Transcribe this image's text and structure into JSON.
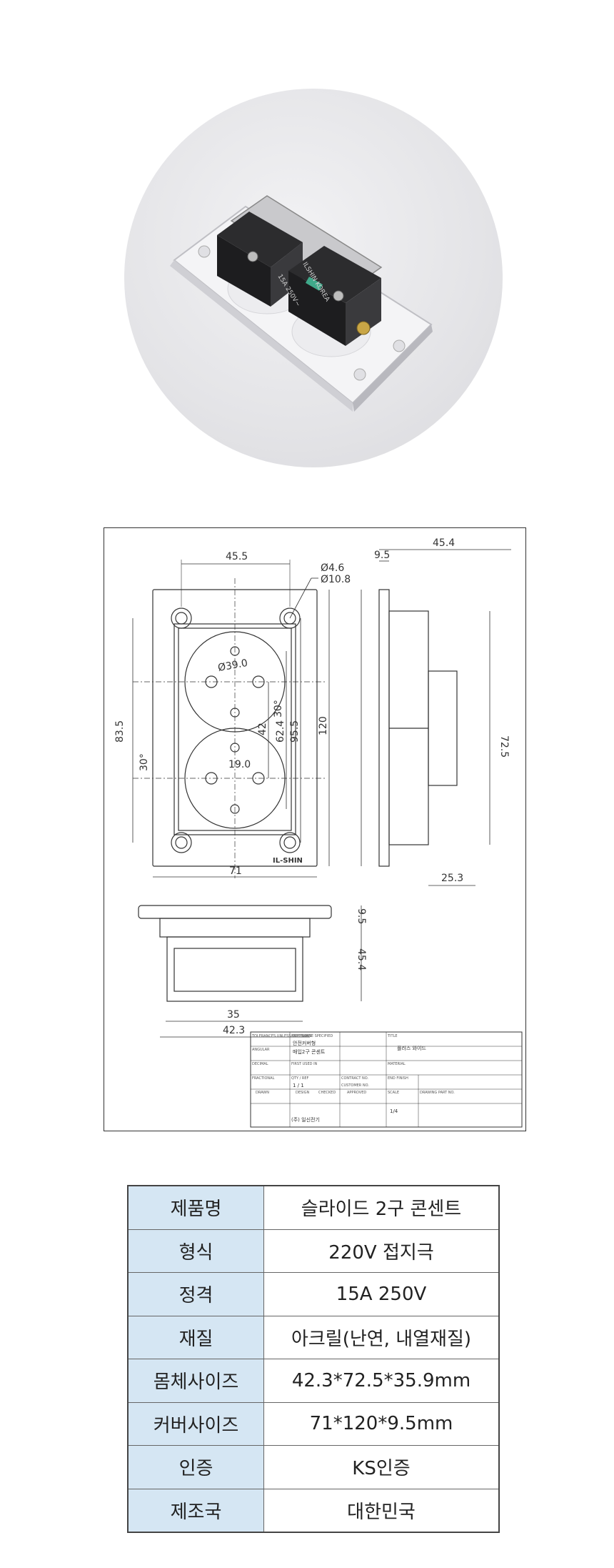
{
  "photo": {
    "stamp_lines": [
      "15A 250V~",
      "ILSHIN KOREA"
    ]
  },
  "drawing": {
    "dimensions": {
      "front_width_hole": "45.5",
      "hole_small": "Ø4.6",
      "hole_large": "Ø10.8",
      "height_outer": "83.5",
      "socket_dia": "Ø39.0",
      "angle_right": "30°",
      "angle_left": "30°",
      "pin_pitch": "19.0",
      "dim_42": "42",
      "dim_62_4": "62.4",
      "dim_95_5": "95.5",
      "dim_120": "120",
      "front_width": "71",
      "side_depth": "45.4",
      "side_cover": "9.5",
      "side_height": "72.5",
      "side_body": "25.3",
      "bottom_cover": "9.5",
      "bottom_depth": "45.4",
      "bottom_35": "35",
      "bottom_42_3": "42.3"
    },
    "brand_text": "IL-SHIN",
    "title_block": {
      "tolerances_label": "TOLERANCES UNLESS OTHERWISE SPECIFIED",
      "angular": "ANGULAR",
      "decimal": "DECIMAL",
      "fractional": "FRACTIONAL",
      "part_name_label": "PART NAME",
      "part_name_1": "안전커버형",
      "part_name_2": "매입2구 콘센트",
      "title_label": "TITLE",
      "title_value": "플러스 와이드",
      "material": "MATERIAL",
      "finish": "END FINISH",
      "first_used": "FIRST USED IN",
      "qty": "QTY / REF",
      "qty_value": "1 / 1",
      "contract": "CONTRACT NO.",
      "customer": "CUSTOMER NO.",
      "scale_label": "SCALE",
      "scale_value": "1/4",
      "drawing_part_no": "DRAWING  PART NO.",
      "drawn": "DRAWN",
      "design": "DESIGN",
      "checked": "CHECKED",
      "approved": "APPROVED",
      "company": "(주) 일신전기"
    }
  },
  "spec_table": {
    "rows": [
      {
        "label": "제품명",
        "value": "슬라이드 2구 콘센트"
      },
      {
        "label": "형식",
        "value": "220V 접지극"
      },
      {
        "label": "정격",
        "value": "15A 250V"
      },
      {
        "label": "재질",
        "value": "아크릴(난연, 내열재질)"
      },
      {
        "label": "몸체사이즈",
        "value": "42.3*72.5*35.9mm"
      },
      {
        "label": "커버사이즈",
        "value": "71*120*9.5mm"
      },
      {
        "label": "인증",
        "value": "KS인증"
      },
      {
        "label": "제조국",
        "value": "대한민국"
      }
    ]
  }
}
